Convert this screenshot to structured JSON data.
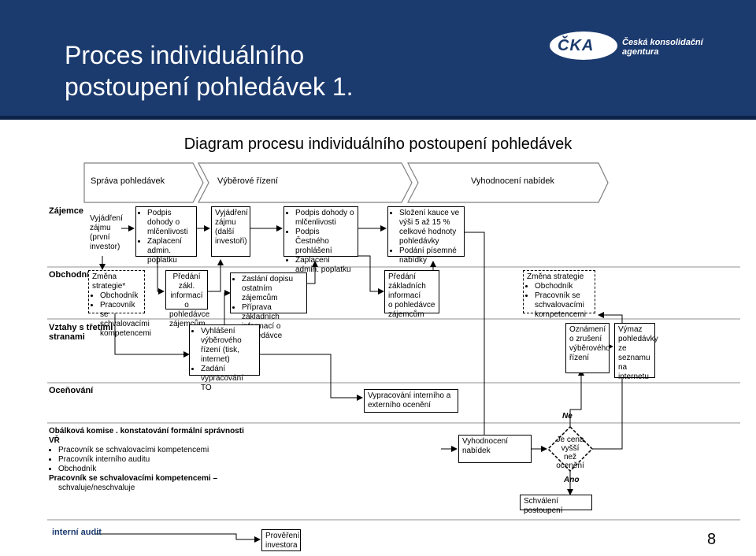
{
  "header": {
    "title_line1": "Proces individuálního",
    "title_line2": "postoupení pohledávek 1.",
    "logo_mark": "ČKA",
    "logo_name_line1": "Česká konsolidační",
    "logo_name_line2": "agentura"
  },
  "diagram": {
    "title": "Diagram procesu individuálního postoupení pohledávek",
    "phases": [
      "Správa pohledávek",
      "Výběrové řízení",
      "Vyhodnocení nabídek"
    ],
    "lanes": {
      "zajemce": "Zájemce",
      "obchodnik": "Obchodník",
      "vztahy": [
        "Vztahy s třetími",
        "stranami"
      ],
      "oceneni": "Oceňování",
      "interni_audit": "interní audit"
    },
    "zajemce": {
      "box1": [
        "Vyjádření",
        "zájmu",
        "(první",
        "investor)"
      ],
      "box2": [
        "Podpis dohody o mlčenlivosti",
        "Zaplacení admin. poplatku"
      ],
      "box3": [
        "Vyjádření",
        "zájmu",
        "(další",
        "investoři)"
      ],
      "box4": [
        "Podpis dohody o mlčenlivosti",
        "Podpis Čestného prohlášení",
        "Zaplacení admin. poplatku"
      ],
      "box5": [
        "Složení kauce ve výši 5 až 15 % celkové hodnoty pohledávky",
        "Podání písemné nabídky"
      ]
    },
    "obchodnik": {
      "box1_title": "Změna strategie*",
      "box1_items": [
        "Obchodník",
        "Pracovník se schvalovacími kompetencemi"
      ],
      "box2": [
        "Předání zákl.",
        "informací o",
        "pohledávce",
        "zájemcům"
      ],
      "box3": [
        "Zaslání dopisu ostatním zájemcům",
        "Příprava základních informací o pohledávce"
      ],
      "box4": [
        "Předání",
        "základních",
        "informací",
        "o pohledávce",
        "zájemcům"
      ],
      "box5_title": "Změna strategie",
      "box5_items": [
        "Obchodník",
        "Pracovník se schvalovacími kompetencemi"
      ]
    },
    "vztahy": {
      "box1": [
        "Vyhlášení výběrového řízení (tisk, internet)",
        "Zadání vypracování TO"
      ],
      "box2": [
        "Oznámení",
        "o zrušení",
        "výběrového",
        "řízení"
      ],
      "box3": [
        "Výmaz",
        "pohledávky",
        "ze",
        "seznamu",
        "na",
        "internetu"
      ]
    },
    "oceneni": {
      "box1": [
        "Vypracování interního a",
        "externího ocenění"
      ],
      "ne_label": "Ne"
    },
    "komise": {
      "title": "Obálková komise . konstatování formální správnosti",
      "title2": "VŘ",
      "items": [
        "Pracovník se schvalovacími kompetencemi",
        "Pracovník interního auditu",
        "Obchodník"
      ],
      "approver": "Pracovník se schvalovacími kompetencemi –",
      "approver_action": "schvaluje/neschvaluje",
      "vyhodnoceni": [
        "Vyhodnocení",
        "nabídek"
      ],
      "decision": [
        "Je cena",
        "vyšší",
        "než",
        "ocenění"
      ],
      "ano_label": "Ano",
      "schvaleni": "Schválení postoupení"
    },
    "audit": {
      "box": [
        "Prověření",
        "investora"
      ]
    }
  },
  "page_number": "8"
}
